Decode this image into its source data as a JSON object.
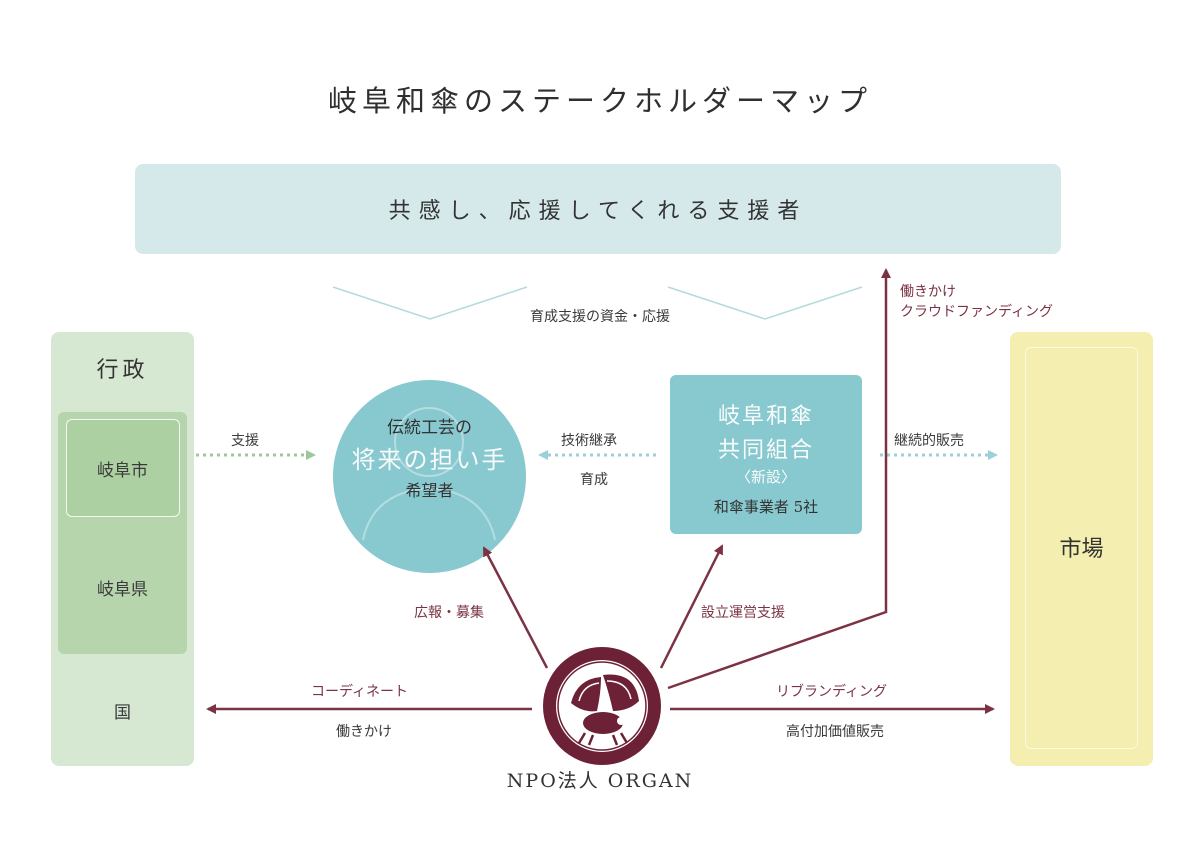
{
  "title": "岐阜和傘のステークホルダーマップ",
  "supporters": {
    "label": "共感し、応援してくれる支援者"
  },
  "funding_label": "育成支援の資金・応援",
  "government": {
    "title": "行政",
    "city": "岐阜市",
    "prefecture": "岐阜県",
    "country": "国"
  },
  "successor": {
    "line1": "伝統工芸の",
    "line2": "将来の担い手",
    "line3": "希望者"
  },
  "cooperative": {
    "line1": "岐阜和傘",
    "line2": "共同組合",
    "line3": "〈新設〉",
    "line4": "和傘事業者 5社"
  },
  "market": {
    "label": "市場"
  },
  "organization": {
    "name": "NPO法人 ORGAN"
  },
  "arrows": {
    "support": "支援",
    "tech_transfer": "技術継承",
    "training": "育成",
    "continuous_sales": "継続的販売",
    "pr_recruit": "広報・募集",
    "setup_support": "設立運営支援",
    "outreach_top": "働きかけ",
    "crowdfunding": "クラウドファンディング",
    "coordinate": "コーディネート",
    "outreach_gov": "働きかけ",
    "rebranding": "リブランディング",
    "high_value_sales": "高付加価値販売"
  },
  "colors": {
    "supporters_bg": "#d5e9ea",
    "government_bg": "#d7e8d2",
    "prefecture_bg": "#b6d5ad",
    "teal": "#88c8cf",
    "market_bg": "#f4efb0",
    "organ_maroon": "#6d2136",
    "arrow_maroon": "#7b3343",
    "dotted_green": "#9cc89a",
    "dotted_teal": "#9cd0d6"
  }
}
